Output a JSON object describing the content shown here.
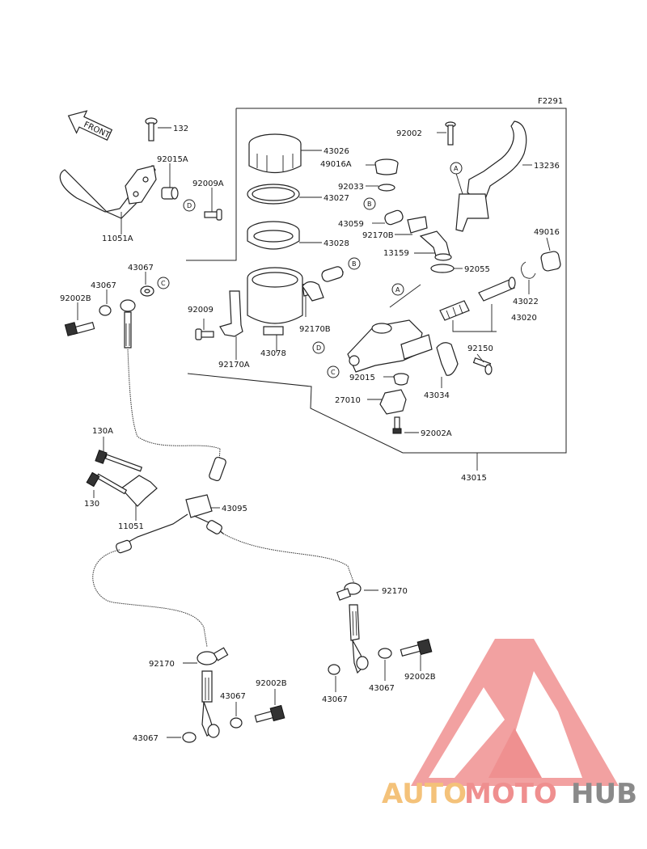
{
  "figure_code": "F2291",
  "front_label": "FRONT",
  "callouts": {
    "a": "A",
    "b": "B",
    "c": "C",
    "d": "D"
  },
  "parts": {
    "p132": "132",
    "p92015A": "92015A",
    "p92009A": "92009A",
    "p11051A": "11051A",
    "p43026": "43026",
    "p49016A": "49016A",
    "p43027": "43027",
    "p92033": "92033",
    "p43028": "43028",
    "p43059": "43059",
    "p92170B_top": "92170B",
    "p13159": "13159",
    "p92055": "92055",
    "p92002_top": "92002",
    "p13236": "13236",
    "p49016": "49016",
    "p43022": "43022",
    "p43020": "43020",
    "p43067_a": "43067",
    "p43067_b": "43067",
    "p92002B_left": "92002B",
    "p92009": "92009",
    "p92170A": "92170A",
    "p43078": "43078",
    "p92170B_mid": "92170B",
    "p92150": "92150",
    "p92015": "92015",
    "p43034": "43034",
    "p27010": "27010",
    "p92002A": "92002A",
    "p43015": "43015",
    "p130A": "130A",
    "p130": "130",
    "p11051": "11051",
    "p43095": "43095",
    "p92170_right": "92170",
    "p92170_left": "92170",
    "p43067_c": "43067",
    "p92002B_bl": "92002B",
    "p43067_d": "43067",
    "p43067_e": "43067",
    "p43067_f": "43067",
    "p92002B_br": "92002B"
  },
  "watermark": {
    "part1": "AUTO",
    "part2": "MOTO",
    "part3": "HUB",
    "color1": "#f4c27a",
    "color2": "#ef8f8f",
    "color3": "#8a8a8a",
    "logo_color": "#ee8585"
  }
}
